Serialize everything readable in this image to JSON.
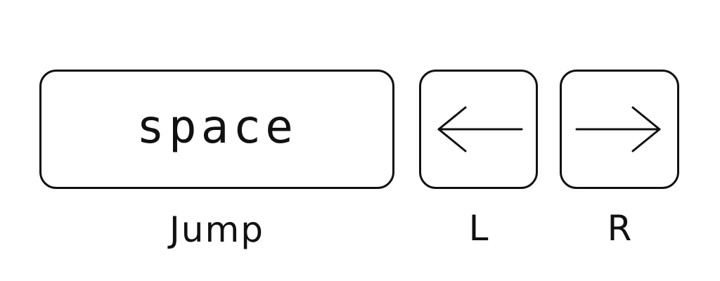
{
  "controls": [
    {
      "key_label": "space",
      "action_label": "Jump",
      "icon": ""
    },
    {
      "key_label": "",
      "action_label": "L",
      "icon": "arrow-left-icon"
    },
    {
      "key_label": "",
      "action_label": "R",
      "icon": "arrow-right-icon"
    }
  ],
  "colors": {
    "stroke": "#111111",
    "background": "#ffffff"
  }
}
